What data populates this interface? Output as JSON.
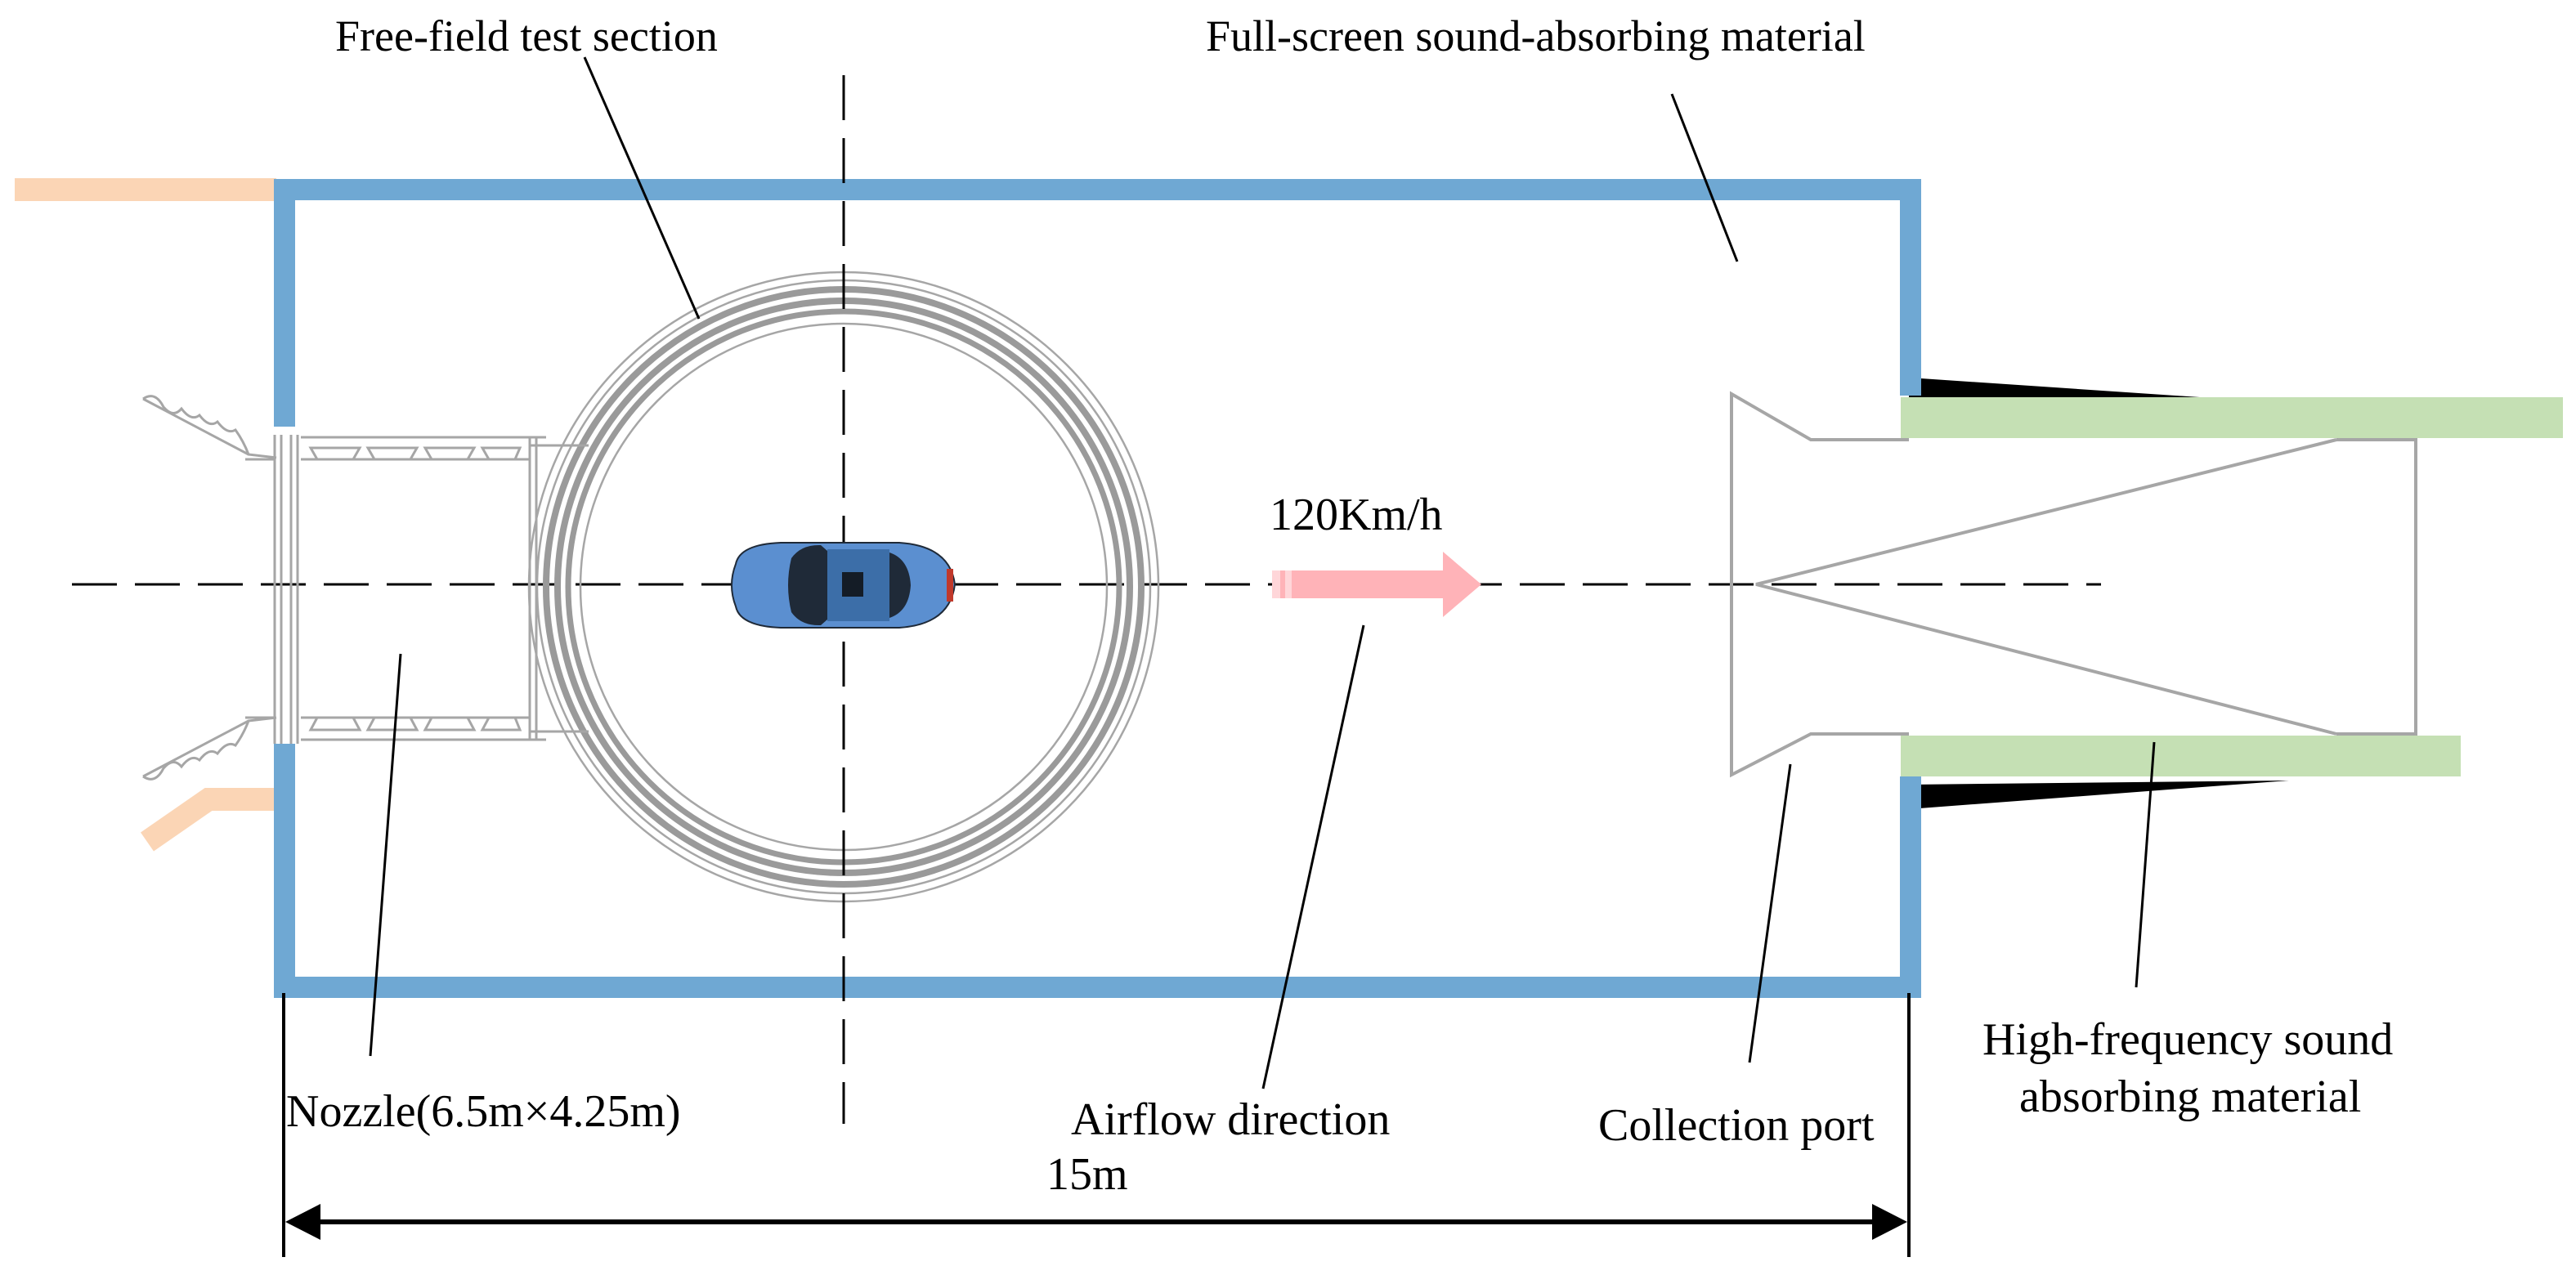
{
  "labels": {
    "free_field": "Free-field test section",
    "full_screen": "Full-screen sound-absorbing material",
    "speed": "120Km/h",
    "nozzle": "Nozzle(6.5m×4.25m)",
    "airflow": "Airflow direction",
    "collection": "Collection port",
    "high_freq_1": "High-frequency sound",
    "high_freq_2": "absorbing material",
    "length": "15m"
  },
  "colors": {
    "wall": "#6fa8d3",
    "green": "#c5e0b4",
    "peach": "#fbd5b5",
    "arrow": "#ffb3b8",
    "gray_line": "#a6a6a6",
    "car_body": "#5b8fd0",
    "car_dark": "#1f2a38"
  },
  "icons": {
    "car": "car-top-view-icon",
    "arrow": "airflow-arrow-icon"
  }
}
